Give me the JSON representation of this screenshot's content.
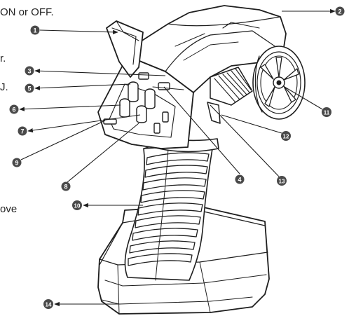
{
  "text_fragments": [
    "ON or OFF.",
    "r.",
    "J.",
    "ove"
  ],
  "callouts": [
    "1",
    "2",
    "3",
    "4",
    "5",
    "6",
    "7",
    "8",
    "9",
    "10",
    "11",
    "12",
    "13",
    "14"
  ],
  "colors": {
    "ink": "#1e1e1e",
    "badge": "#4a4a4a",
    "badge_text": "#ffffff",
    "body_fill": "#ffffff"
  }
}
